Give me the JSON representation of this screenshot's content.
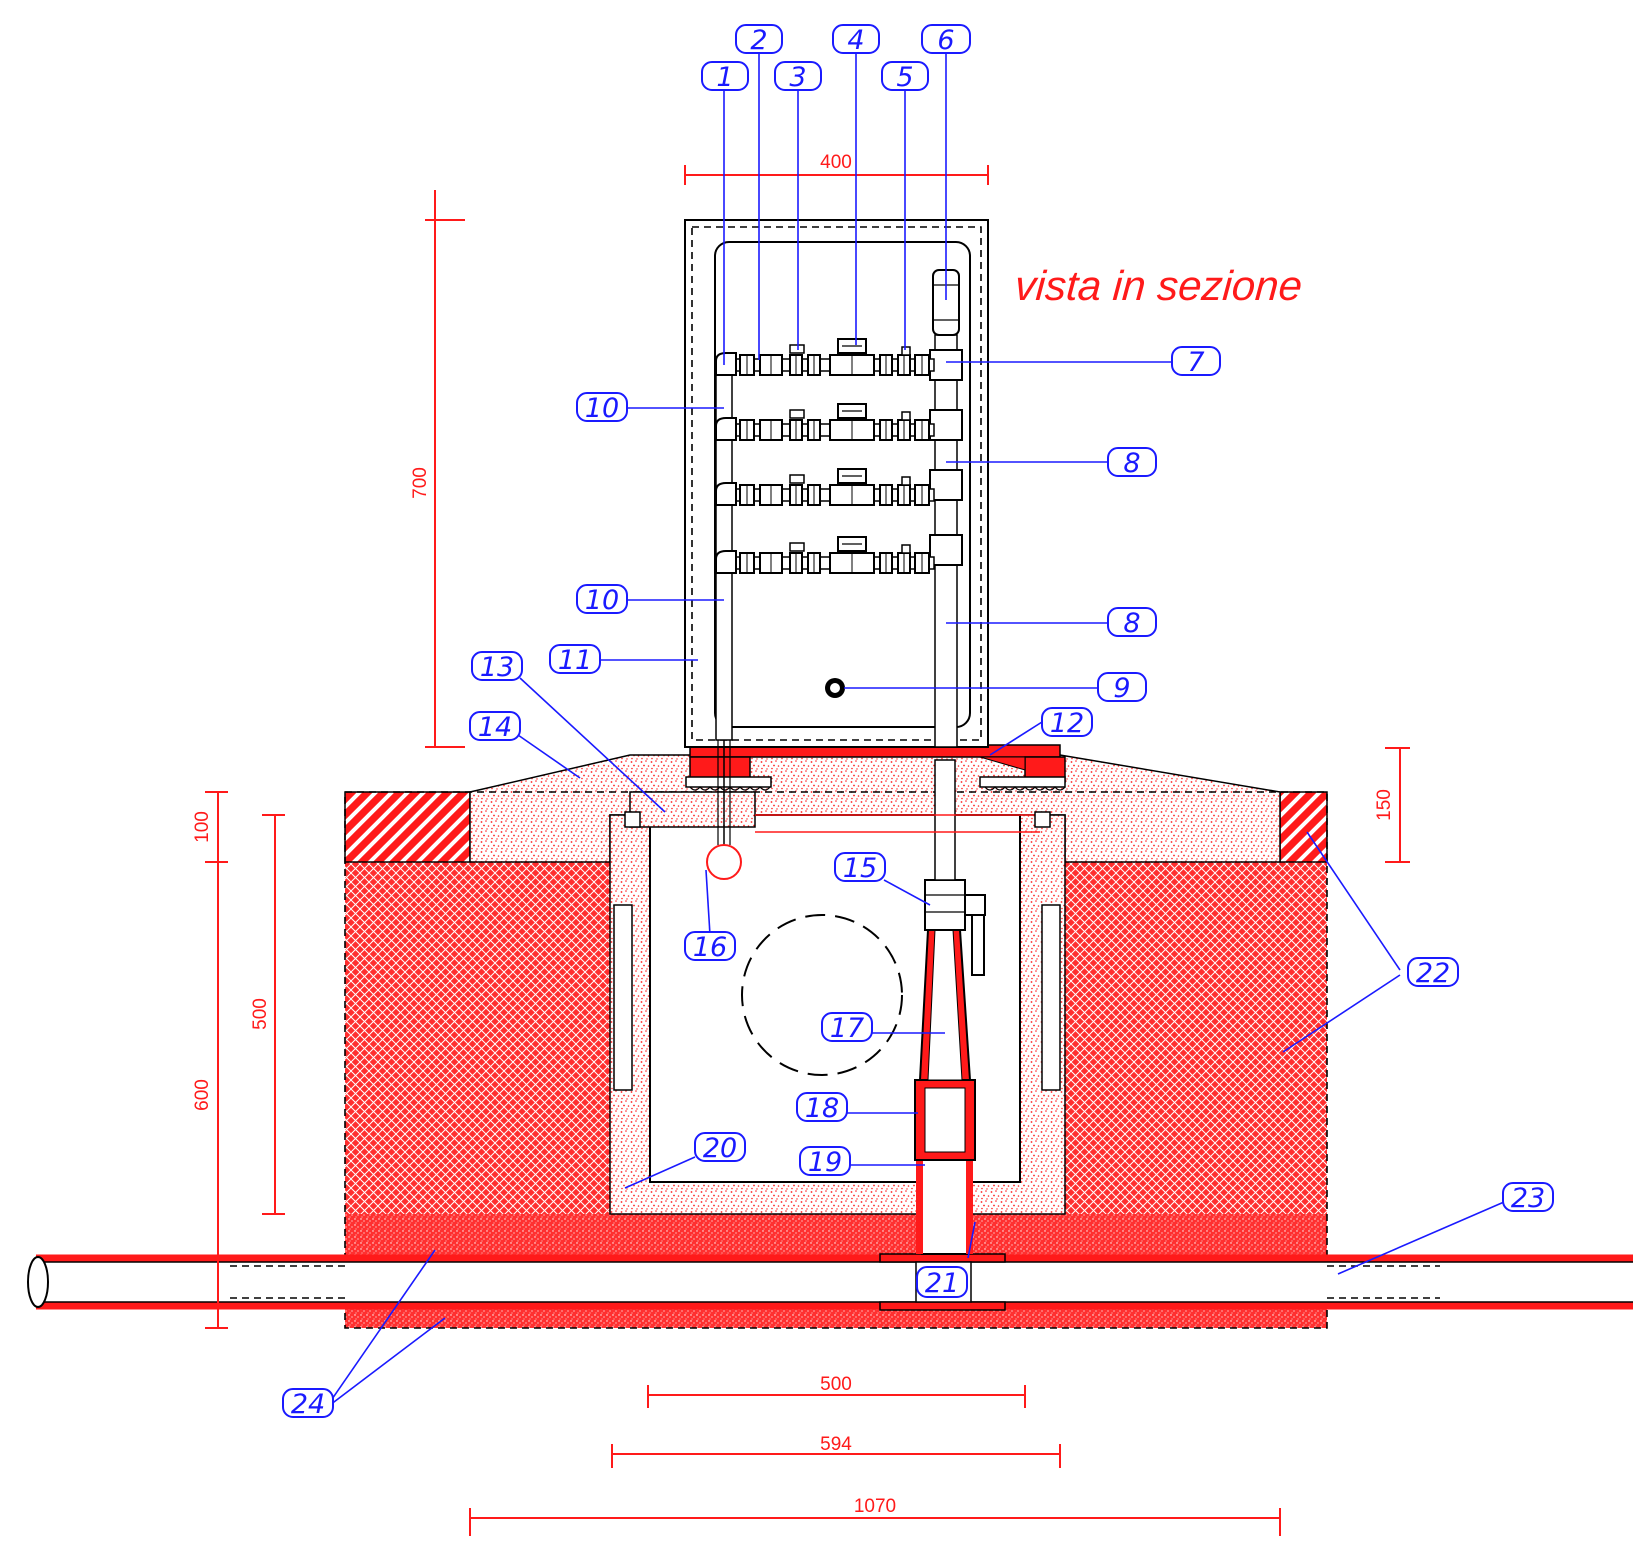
{
  "title": "vista in sezione",
  "dimensions": {
    "d400": "400",
    "d700": "700",
    "d100": "100",
    "d500_vertical": "500",
    "d600": "600",
    "d150": "150",
    "d500_horizontal": "500",
    "d594": "594",
    "d1070": "1070"
  },
  "callouts": [
    {
      "num": "1"
    },
    {
      "num": "2"
    },
    {
      "num": "3"
    },
    {
      "num": "4"
    },
    {
      "num": "5"
    },
    {
      "num": "6"
    },
    {
      "num": "7"
    },
    {
      "num": "8"
    },
    {
      "num": "8"
    },
    {
      "num": "9"
    },
    {
      "num": "10"
    },
    {
      "num": "10"
    },
    {
      "num": "11"
    },
    {
      "num": "12"
    },
    {
      "num": "13"
    },
    {
      "num": "14"
    },
    {
      "num": "15"
    },
    {
      "num": "16"
    },
    {
      "num": "17"
    },
    {
      "num": "18"
    },
    {
      "num": "19"
    },
    {
      "num": "20"
    },
    {
      "num": "21"
    },
    {
      "num": "22"
    },
    {
      "num": "23"
    },
    {
      "num": "24"
    }
  ],
  "colors": {
    "dimension": "#ff1a1a",
    "callout": "#1a1aff",
    "fill_red": "#ff2a2a",
    "outline": "#000000"
  }
}
